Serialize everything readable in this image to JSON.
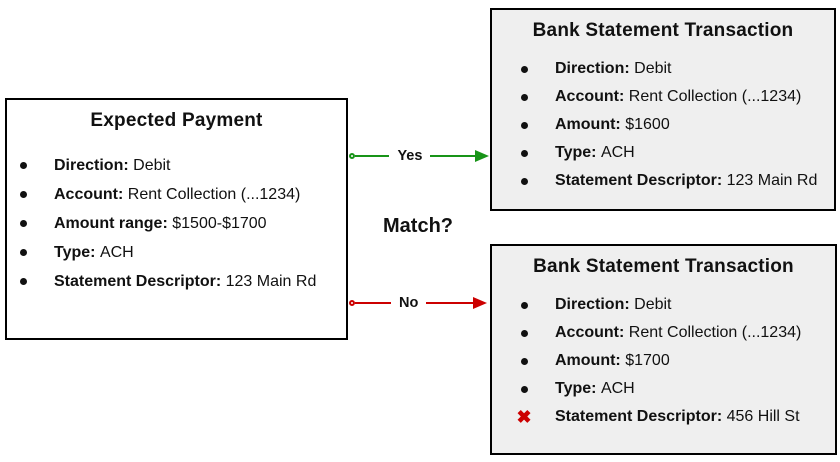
{
  "match_question": "Match?",
  "yes_connector": {
    "label": "Yes",
    "color": "#189418"
  },
  "no_connector": {
    "label": "No",
    "color": "#cc0000"
  },
  "expected_payment": {
    "title": "Expected Payment",
    "items": [
      {
        "label": "Direction:",
        "value": "Debit"
      },
      {
        "label": "Account:",
        "value": "Rent Collection (...1234)"
      },
      {
        "label": "Amount range:",
        "value": "$1500-$1700"
      },
      {
        "label": "Type:",
        "value": "ACH"
      },
      {
        "label": "Statement Descriptor:",
        "value": "123 Main Rd"
      }
    ]
  },
  "matched_transaction": {
    "title": "Bank Statement Transaction",
    "items": [
      {
        "label": "Direction:",
        "value": "Debit"
      },
      {
        "label": "Account:",
        "value": "Rent Collection (...1234)"
      },
      {
        "label": "Amount:",
        "value": "$1600"
      },
      {
        "label": "Type:",
        "value": "ACH"
      },
      {
        "label": "Statement Descriptor:",
        "value": "123 Main Rd"
      }
    ]
  },
  "unmatched_transaction": {
    "title": "Bank Statement Transaction",
    "items": [
      {
        "label": "Direction:",
        "value": "Debit"
      },
      {
        "label": "Account:",
        "value": "Rent Collection (...1234)"
      },
      {
        "label": "Amount:",
        "value": "$1700"
      },
      {
        "label": "Type:",
        "value": "ACH"
      },
      {
        "label": "Statement Descriptor:",
        "value": "456 Hill St",
        "mismatch": true
      }
    ]
  },
  "icons": {
    "x_mark": "✖"
  },
  "colors": {
    "yes_green": "#189418",
    "no_red": "#cc0000",
    "mismatch_x_red": "#cc0000",
    "transaction_box_bg": "#efefef",
    "expected_box_bg": "#ffffff",
    "border": "#000000"
  }
}
